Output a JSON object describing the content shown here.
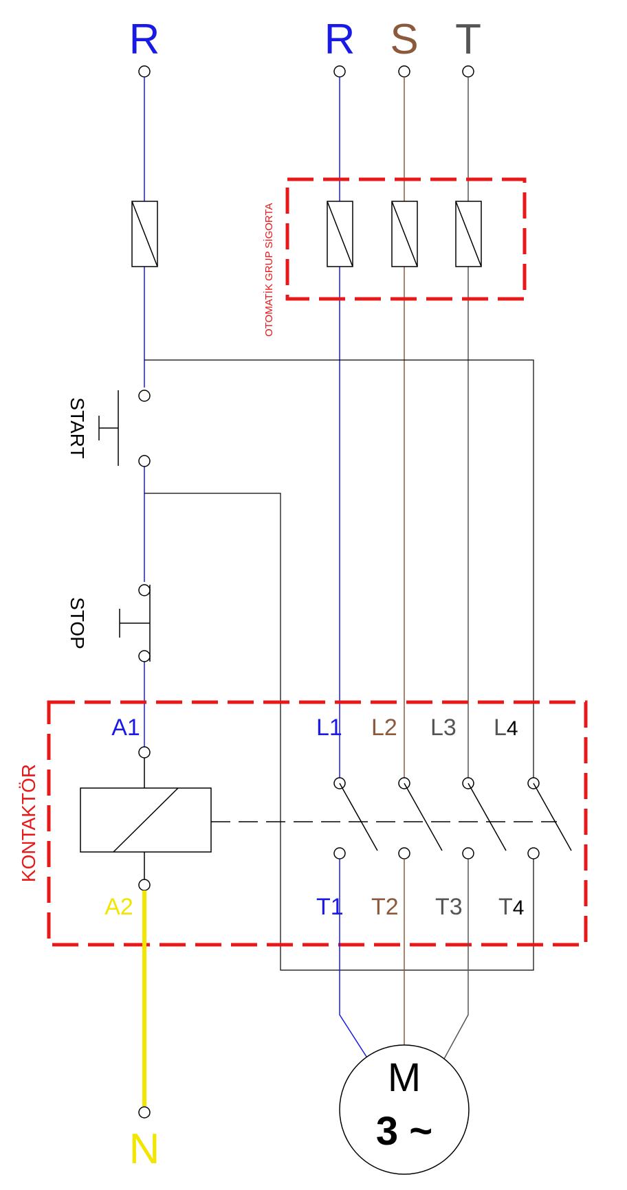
{
  "colors": {
    "r_phase": "#1a1ae6",
    "s_phase": "#8b5a3c",
    "t_phase": "#555555",
    "neutral": "#f2e600",
    "group_box": "#e81818",
    "control": "#000000"
  },
  "supply": {
    "control_phase": "R",
    "phase_r": "R",
    "phase_s": "S",
    "phase_t": "T",
    "neutral": "N"
  },
  "fuse_group_label": "OTOMATİK GRUP SİGORTA",
  "buttons": {
    "start_label": "START",
    "stop_label": "STOP"
  },
  "contactor": {
    "label": "KONTAKTÖR",
    "coil_top": "A1",
    "coil_bottom": "A2",
    "line_terminals": [
      {
        "prefix": "L1",
        "suffix": ""
      },
      {
        "prefix": "L2",
        "suffix": ""
      },
      {
        "prefix": "L3",
        "suffix": ""
      },
      {
        "prefix": "L",
        "suffix": "4"
      }
    ],
    "load_terminals": [
      {
        "prefix": "T1",
        "suffix": ""
      },
      {
        "prefix": "T2",
        "suffix": ""
      },
      {
        "prefix": "T3",
        "suffix": ""
      },
      {
        "prefix": "T",
        "suffix": "4"
      }
    ]
  },
  "motor": {
    "symbol": "M",
    "type": "3 ~"
  }
}
